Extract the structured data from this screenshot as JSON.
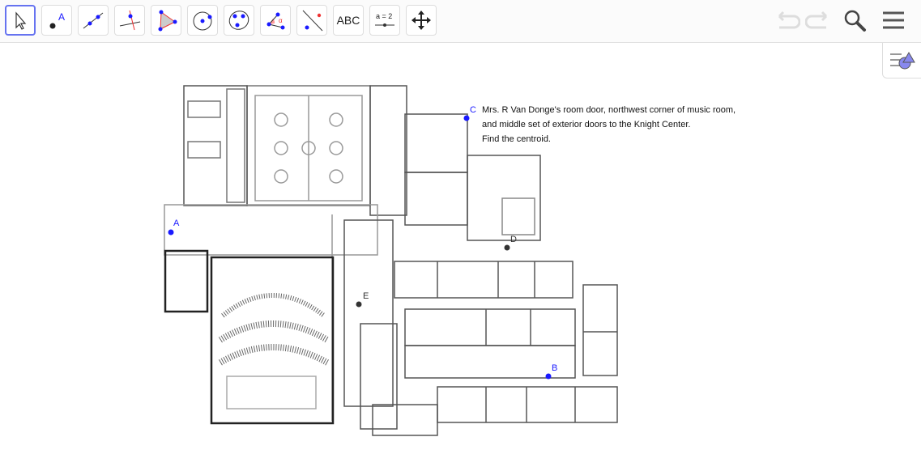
{
  "toolbar": {
    "tools": [
      {
        "name": "move-tool",
        "active": true
      },
      {
        "name": "point-tool",
        "label": "A"
      },
      {
        "name": "line-tool"
      },
      {
        "name": "perpendicular-line-tool"
      },
      {
        "name": "polygon-tool"
      },
      {
        "name": "circle-tool"
      },
      {
        "name": "conic-tool"
      },
      {
        "name": "angle-tool",
        "label": "α"
      },
      {
        "name": "reflect-tool"
      },
      {
        "name": "text-tool",
        "label": "ABC"
      },
      {
        "name": "slider-tool",
        "label": "a = 2"
      },
      {
        "name": "move-graphics-view-tool"
      }
    ],
    "undo_icon": "undo-icon",
    "redo_icon": "redo-icon",
    "search_icon": "search-icon",
    "menu_icon": "menu-icon"
  },
  "description": {
    "line1": "Mrs. R Van Donge's room door, northwest corner of music room,",
    "line2": "and middle set of exterior doors to the Knight Center.",
    "line3": "Find the centroid."
  },
  "points": {
    "A": {
      "label": "A",
      "color": "#1a1aff"
    },
    "B": {
      "label": "B",
      "color": "#1a1aff"
    },
    "C": {
      "label": "C",
      "color": "#1a1aff"
    },
    "D": {
      "label": "D",
      "color": "#333333"
    },
    "E": {
      "label": "E",
      "color": "#333333"
    }
  },
  "colors": {
    "accent": "#6673f0",
    "point_blue": "#1a1aff",
    "point_dark": "#333333"
  }
}
